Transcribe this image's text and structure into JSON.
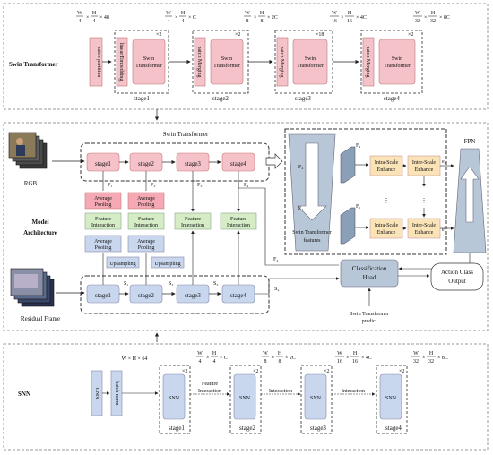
{
  "top": {
    "section_label": "Swin Transformer",
    "dims": [
      {
        "frac1_num": "W",
        "frac1_den": "4",
        "frac2_num": "H",
        "frac2_den": "4",
        "suffix": "× 48"
      },
      {
        "frac1_num": "W",
        "frac1_den": "4",
        "frac2_num": "H",
        "frac2_den": "4",
        "suffix": "× C"
      },
      {
        "frac1_num": "W",
        "frac1_den": "8",
        "frac2_num": "H",
        "frac2_den": "8",
        "suffix": "× 2C"
      },
      {
        "frac1_num": "W",
        "frac1_den": "16",
        "frac2_num": "H",
        "frac2_den": "16",
        "suffix": "× 4C"
      },
      {
        "frac1_num": "W",
        "frac1_den": "32",
        "frac2_num": "H",
        "frac2_den": "32",
        "suffix": "× 8C"
      }
    ],
    "patch_partition": "patch partition",
    "linear_embedding": "linear Embedding",
    "patch_merging": "patch Merging",
    "swin_line1": "Swin",
    "swin_line2": "Transformer",
    "repeats": [
      "×2",
      "×2",
      "×18",
      "×2"
    ],
    "stages": [
      "stage1",
      "stage2",
      "stage3",
      "stage4"
    ]
  },
  "middle": {
    "swin_title": "Swin Transformer",
    "rgb_label": "RGB",
    "model_label_1": "Model",
    "model_label_2": "Architecture",
    "residual_label": "Residual Frame",
    "top_stages": [
      "stage1",
      "stage2",
      "stage3",
      "stage4"
    ],
    "bottom_stages": [
      "stage1",
      "stage2",
      "stage3",
      "stage4"
    ],
    "f_labels": [
      "F₁",
      "F₂",
      "F₃",
      "F₄"
    ],
    "s_labels": [
      "S₁",
      "S₂",
      "S₃",
      "S₄"
    ],
    "average_pooling_1": "Average",
    "average_pooling_2": "Pooling",
    "feature_interaction_1": "Feature",
    "feature_interaction_2": "Interaction",
    "upsampling": "Upsampling",
    "fpn_label": "FPN",
    "f4_inner": "F₄",
    "f1_inner": "F₁",
    "swin_features_1": "Swin Transformer",
    "swin_features_2": "features",
    "intra_1": "Intra-Scale",
    "intra_2": "Enhance",
    "inter_1": "Inter-Scale",
    "inter_2": "Enhance",
    "e4": "e₄",
    "e1": "e₁",
    "dots": "⋮",
    "f4_arrow": "F₄",
    "s4_arrow": "S₄",
    "head_1": "Classification",
    "head_2": "Head",
    "output_1": "Action Class",
    "output_2": "Output",
    "predict_1": "Swin Transformer",
    "predict_2": "predict"
  },
  "bottom": {
    "section_label": "SNN",
    "input_dim": "W × H × 64",
    "dims": [
      {
        "frac1_num": "W",
        "frac1_den": "4",
        "frac2_num": "H",
        "frac2_den": "4",
        "suffix": "× C"
      },
      {
        "frac1_num": "W",
        "frac1_den": "8",
        "frac2_num": "H",
        "frac2_den": "8",
        "suffix": "× 2C"
      },
      {
        "frac1_num": "W",
        "frac1_den": "16",
        "frac2_num": "H",
        "frac2_den": "16",
        "suffix": "× 4C"
      },
      {
        "frac1_num": "W",
        "frac1_den": "32",
        "frac2_num": "H",
        "frac2_den": "32",
        "suffix": "× 8C"
      }
    ],
    "cnn": "CNN",
    "batch_norm": "batch norm",
    "snn": "SNN",
    "repeat": "×2",
    "fi_1": "Feature",
    "fi_2": "Interaction",
    "stages": [
      "stage1",
      "stage2",
      "stage3",
      "stage4"
    ]
  },
  "colors": {
    "pink": "#f4c2c8",
    "pink_dark": "#e89aa5",
    "green": "#d5ecc7",
    "blue": "#c9d7ee",
    "orange": "#fbe3b8",
    "gray_blue": "#b7c7d8"
  }
}
